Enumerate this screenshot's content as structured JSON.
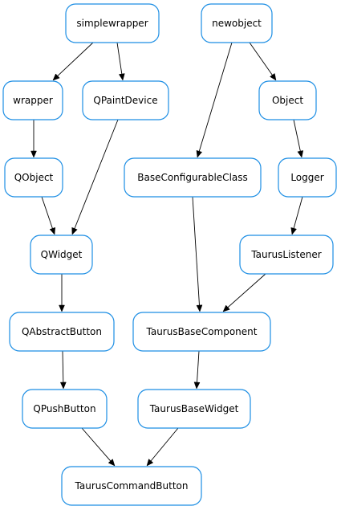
{
  "diagram": {
    "type": "class-inheritance-graph",
    "node_stroke_color": "#1c8ee4",
    "edge_color": "#000000",
    "nodes": [
      {
        "id": "simplewrapper",
        "label": "simplewrapper"
      },
      {
        "id": "newobject",
        "label": "newobject"
      },
      {
        "id": "wrapper",
        "label": "wrapper"
      },
      {
        "id": "QPaintDevice",
        "label": "QPaintDevice"
      },
      {
        "id": "Object",
        "label": "Object"
      },
      {
        "id": "QObject",
        "label": "QObject"
      },
      {
        "id": "BaseConfigurableClass",
        "label": "BaseConfigurableClass"
      },
      {
        "id": "Logger",
        "label": "Logger"
      },
      {
        "id": "QWidget",
        "label": "QWidget"
      },
      {
        "id": "TaurusListener",
        "label": "TaurusListener"
      },
      {
        "id": "QAbstractButton",
        "label": "QAbstractButton"
      },
      {
        "id": "TaurusBaseComponent",
        "label": "TaurusBaseComponent"
      },
      {
        "id": "QPushButton",
        "label": "QPushButton"
      },
      {
        "id": "TaurusBaseWidget",
        "label": "TaurusBaseWidget"
      },
      {
        "id": "TaurusCommandButton",
        "label": "TaurusCommandButton"
      }
    ],
    "edges": [
      {
        "from": "simplewrapper",
        "to": "wrapper"
      },
      {
        "from": "simplewrapper",
        "to": "QPaintDevice"
      },
      {
        "from": "newobject",
        "to": "BaseConfigurableClass"
      },
      {
        "from": "newobject",
        "to": "Object"
      },
      {
        "from": "wrapper",
        "to": "QObject"
      },
      {
        "from": "QPaintDevice",
        "to": "QWidget"
      },
      {
        "from": "Object",
        "to": "Logger"
      },
      {
        "from": "QObject",
        "to": "QWidget"
      },
      {
        "from": "Logger",
        "to": "TaurusListener"
      },
      {
        "from": "QWidget",
        "to": "QAbstractButton"
      },
      {
        "from": "BaseConfigurableClass",
        "to": "TaurusBaseComponent"
      },
      {
        "from": "TaurusListener",
        "to": "TaurusBaseComponent"
      },
      {
        "from": "QAbstractButton",
        "to": "QPushButton"
      },
      {
        "from": "TaurusBaseComponent",
        "to": "TaurusBaseWidget"
      },
      {
        "from": "QPushButton",
        "to": "TaurusCommandButton"
      },
      {
        "from": "TaurusBaseWidget",
        "to": "TaurusCommandButton"
      }
    ]
  }
}
